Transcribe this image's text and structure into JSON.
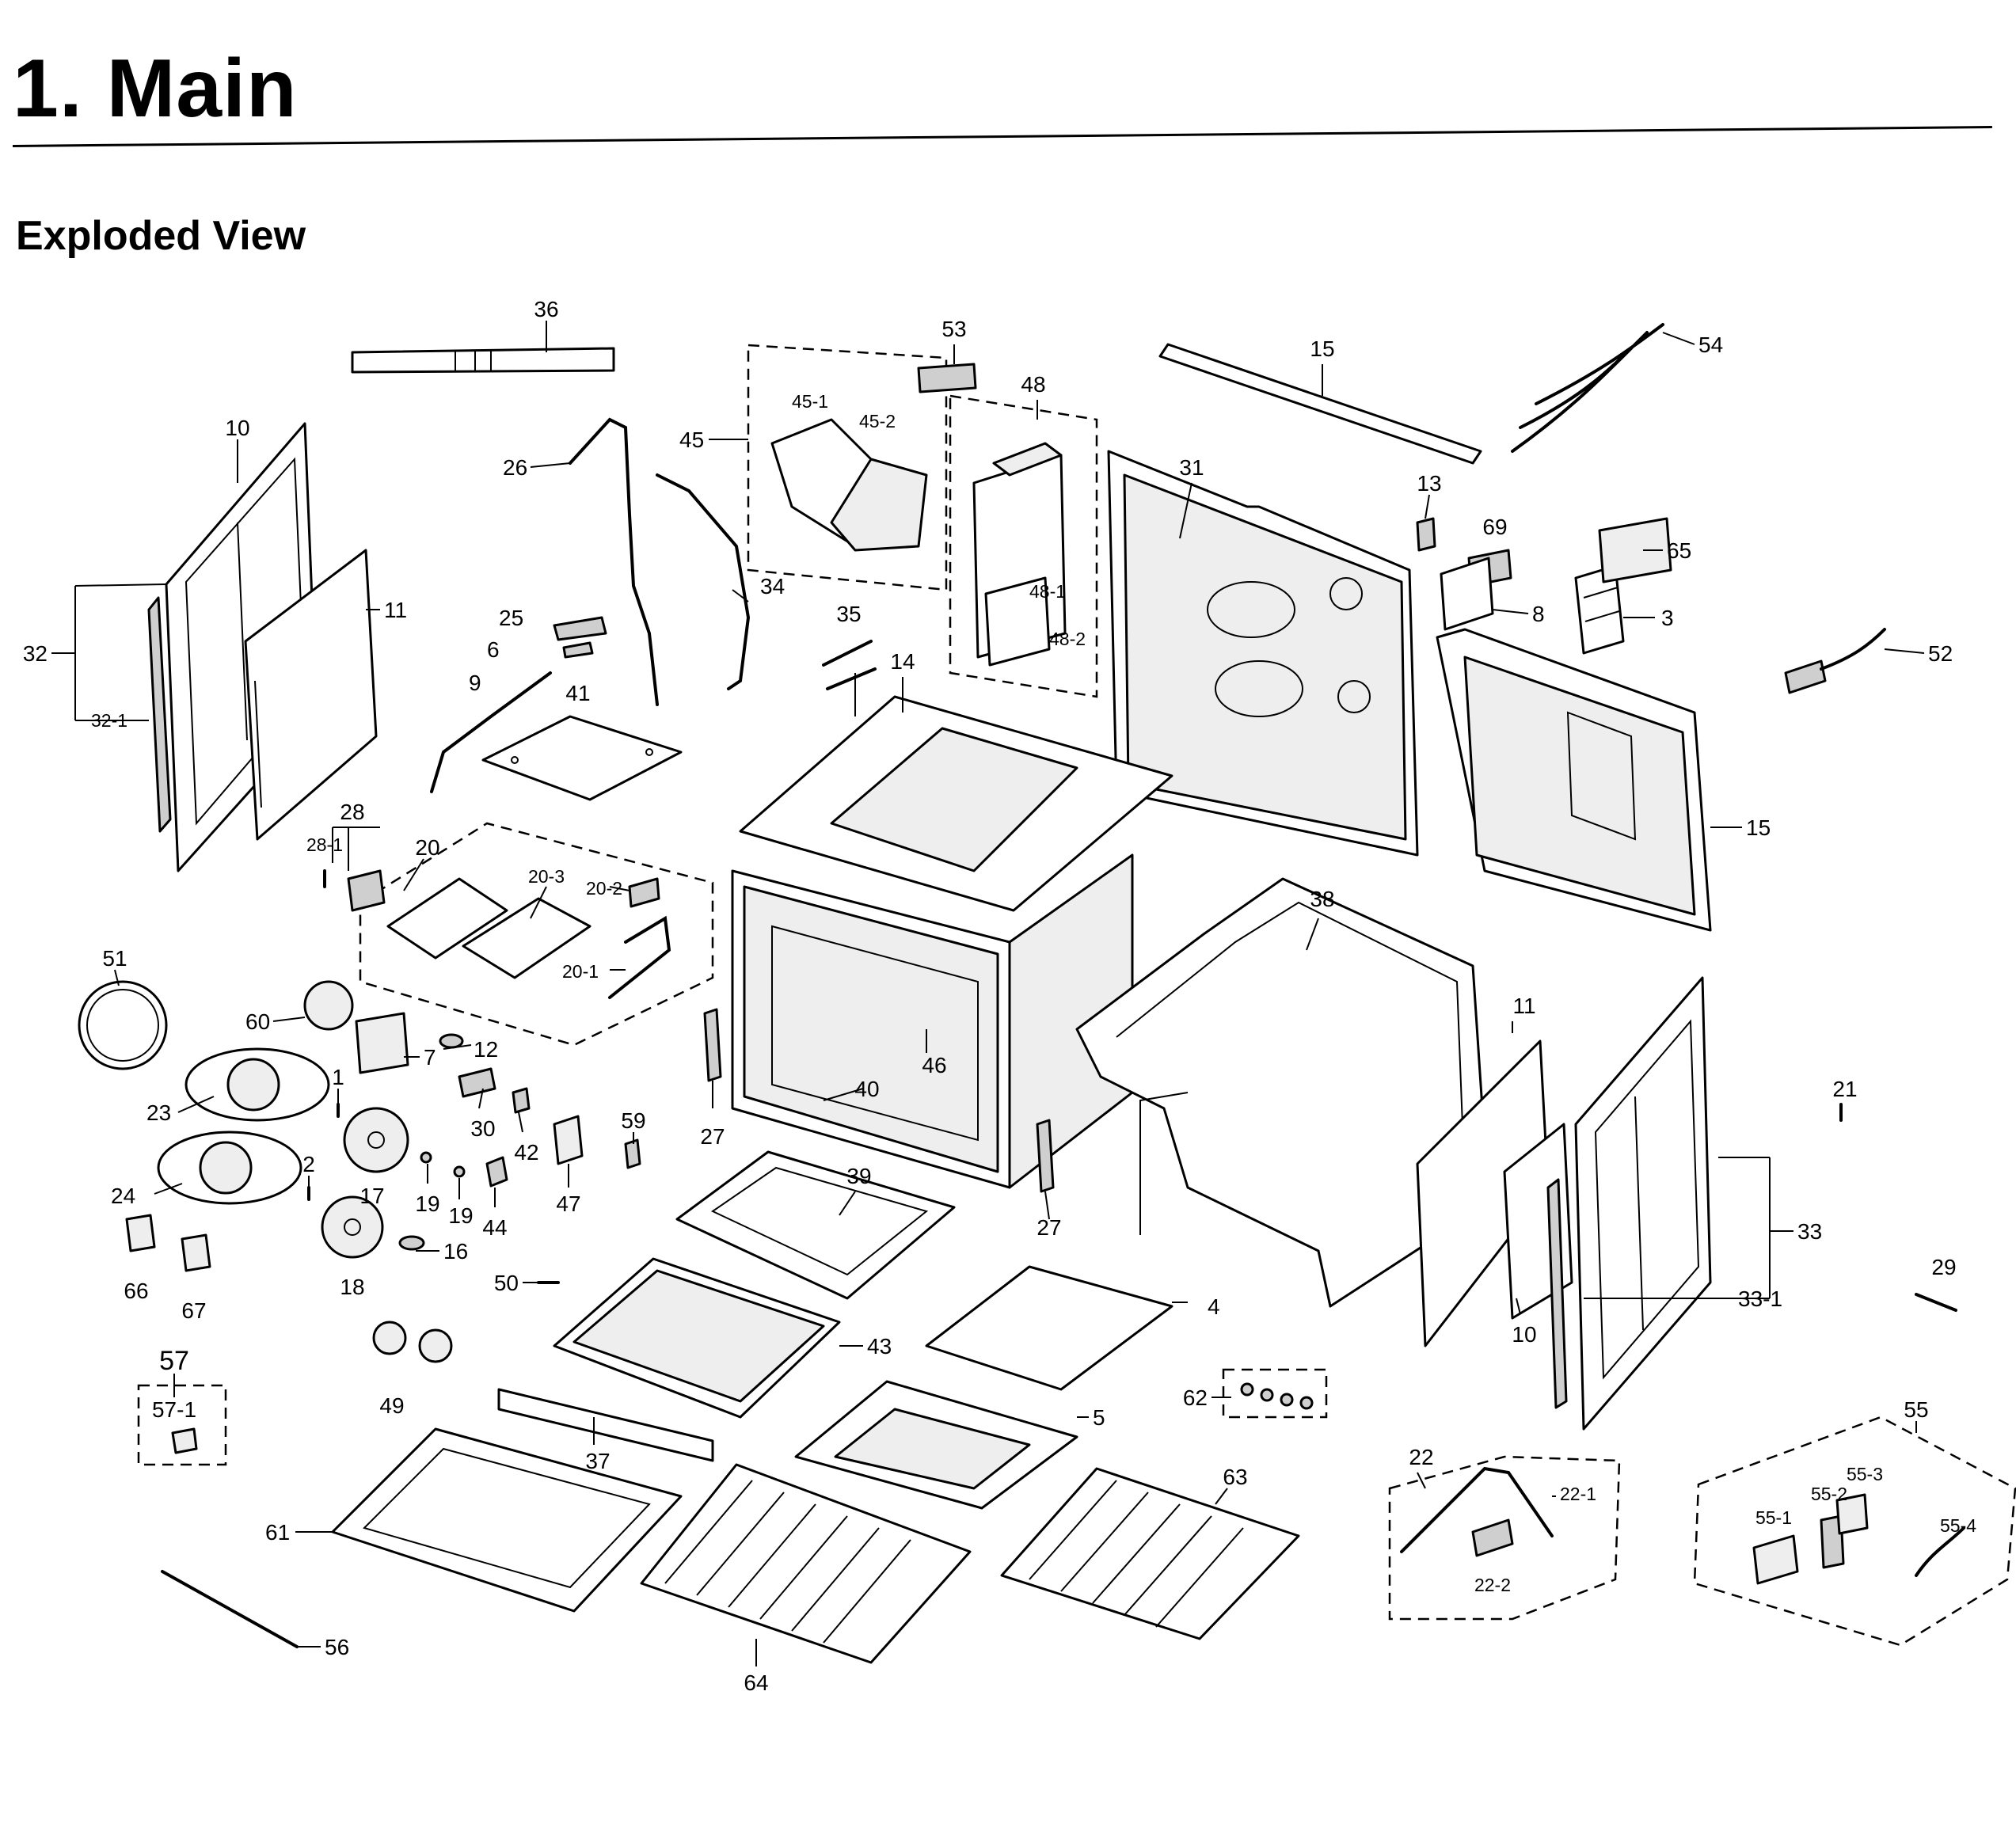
{
  "header": {
    "title": "1.  Main",
    "subtitle": "Exploded View"
  },
  "callouts": {
    "c1": "1",
    "c2": "2",
    "c3": "3",
    "c4": "4",
    "c5": "5",
    "c6": "6",
    "c7": "7",
    "c8": "8",
    "c9": "9",
    "c10": "10",
    "c10b": "10",
    "c11": "11",
    "c11b": "11",
    "c12": "12",
    "c13": "13",
    "c14": "14",
    "c15": "15",
    "c15b": "15",
    "c16": "16",
    "c17": "17",
    "c18": "18",
    "c19": "19",
    "c19b": "19",
    "c20": "20",
    "c20_1": "20-1",
    "c20_2": "20-2",
    "c20_3": "20-3",
    "c21": "21",
    "c22": "22",
    "c22_1": "22-1",
    "c22_2": "22-2",
    "c23": "23",
    "c24": "24",
    "c25": "25",
    "c26": "26",
    "c27": "27",
    "c27b": "27",
    "c28": "28",
    "c28_1": "28-1",
    "c29": "29",
    "c30": "30",
    "c31": "31",
    "c32": "32",
    "c32_1": "32-1",
    "c33": "33",
    "c33_1": "33-1",
    "c34": "34",
    "c35": "35",
    "c36": "36",
    "c37": "37",
    "c38": "38",
    "c39": "39",
    "c40": "40",
    "c41": "41",
    "c42": "42",
    "c43": "43",
    "c44": "44",
    "c45": "45",
    "c45_1": "45-1",
    "c45_2": "45-2",
    "c46": "46",
    "c47": "47",
    "c48": "48",
    "c48_1": "48-1",
    "c48_2": "48-2",
    "c49": "49",
    "c50": "50",
    "c51": "51",
    "c52": "52",
    "c53": "53",
    "c54": "54",
    "c55": "55",
    "c55_1": "55-1",
    "c55_2": "55-2",
    "c55_3": "55-3",
    "c55_4": "55-4",
    "c56": "56",
    "c57": "57",
    "c57_1": "57-1",
    "c59": "59",
    "c60": "60",
    "c61": "61",
    "c62": "62",
    "c63": "63",
    "c64": "64",
    "c65": "65",
    "c66": "66",
    "c67": "67",
    "c69": "69"
  }
}
